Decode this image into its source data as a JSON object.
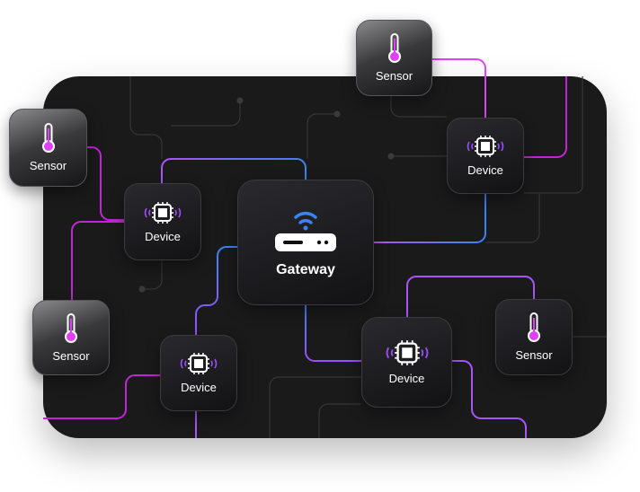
{
  "colors": {
    "sensor": "#e040fb",
    "device": "#9b4dff",
    "gateway": "#3b82f6",
    "trace": "#3a3a3a",
    "panel": "#1a1a1a"
  },
  "gateway": {
    "label": "Gateway",
    "icon": "wifi-router-icon"
  },
  "sensors": [
    {
      "label": "Sensor"
    },
    {
      "label": "Sensor"
    },
    {
      "label": "Sensor"
    },
    {
      "label": "Sensor"
    }
  ],
  "devices": [
    {
      "label": "Device"
    },
    {
      "label": "Device"
    },
    {
      "label": "Device"
    },
    {
      "label": "Device"
    }
  ]
}
